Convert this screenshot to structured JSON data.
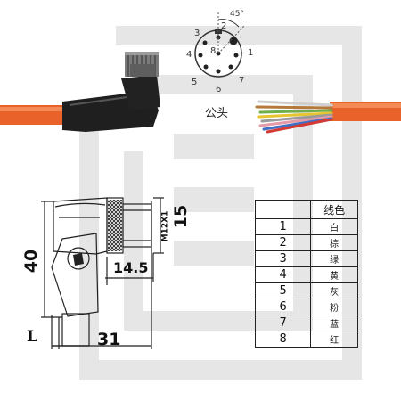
{
  "pin_diagram": {
    "angle": "45°",
    "pins": [
      "1",
      "2",
      "3",
      "4",
      "5",
      "6",
      "7",
      "8"
    ],
    "caption": "公头"
  },
  "drawing": {
    "dim_height": "40",
    "dim_width": "31",
    "dim_offset": "14.5",
    "dim_diameter": "15",
    "dim_length": "L",
    "thread": "M12X1"
  },
  "table": {
    "header_num": "",
    "header_color": "线色",
    "rows": [
      {
        "num": "1",
        "color": "白"
      },
      {
        "num": "2",
        "color": "棕"
      },
      {
        "num": "3",
        "color": "绿"
      },
      {
        "num": "4",
        "color": "黄"
      },
      {
        "num": "5",
        "color": "灰"
      },
      {
        "num": "6",
        "color": "粉"
      },
      {
        "num": "7",
        "color": "蓝"
      },
      {
        "num": "8",
        "color": "红"
      }
    ]
  },
  "colors": {
    "cable": "#e8622a",
    "overmold": "#1c1c1c",
    "watermark": "#e4e4e4"
  }
}
